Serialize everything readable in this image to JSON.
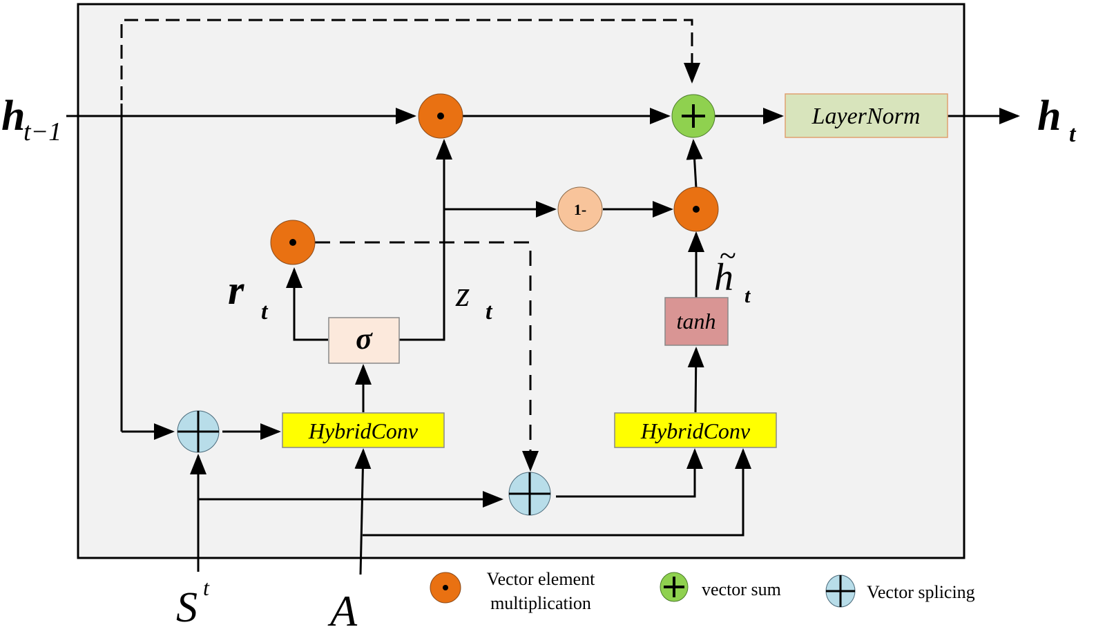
{
  "diagram": {
    "labels": {
      "h_prev": "h",
      "h_prev_sub": "t−1",
      "h_out": "h",
      "h_out_sub": "t",
      "r": "r",
      "r_sub": "t",
      "z": "z",
      "z_sub": "t",
      "h_tilde": "h",
      "h_tilde_mark": "~",
      "h_tilde_sub": "t",
      "s": "S",
      "s_sup": "t",
      "a": "A"
    },
    "blocks": {
      "layernorm": "LayerNorm",
      "sigma": "σ",
      "tanh": "tanh",
      "hybridconv_left": "HybridConv",
      "hybridconv_right": "HybridConv",
      "one_minus": "1-"
    },
    "legend": [
      {
        "icon": "vector-element-multiplication-icon",
        "line1": "Vector element",
        "line2": "multiplication"
      },
      {
        "icon": "vector-sum-icon",
        "line1": "vector sum",
        "line2": ""
      },
      {
        "icon": "vector-splicing-icon",
        "line1": "Vector splicing",
        "line2": ""
      }
    ],
    "colors": {
      "frame_bg": "#f2f2f2",
      "mult": "#e97112",
      "sum": "#8fd14f",
      "splice": "#b8dde9",
      "one_minus": "#f8c49b",
      "layernorm": "#d8e4bc",
      "sigma": "#fce9dc",
      "tanh": "#d99594",
      "hybridconv": "#ffff00"
    }
  }
}
